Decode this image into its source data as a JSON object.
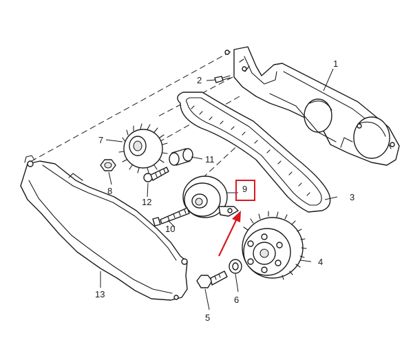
{
  "diagram": {
    "callouts": {
      "c1": "1",
      "c2": "2",
      "c3": "3",
      "c4": "4",
      "c5": "5",
      "c6": "6",
      "c7": "7",
      "c8": "8",
      "c9": "9",
      "c10": "10",
      "c11": "11",
      "c12": "12",
      "c13": "13"
    },
    "highlighted_callout": "9",
    "highlight_color": "#d71920",
    "arrow_color": "#d71920"
  }
}
